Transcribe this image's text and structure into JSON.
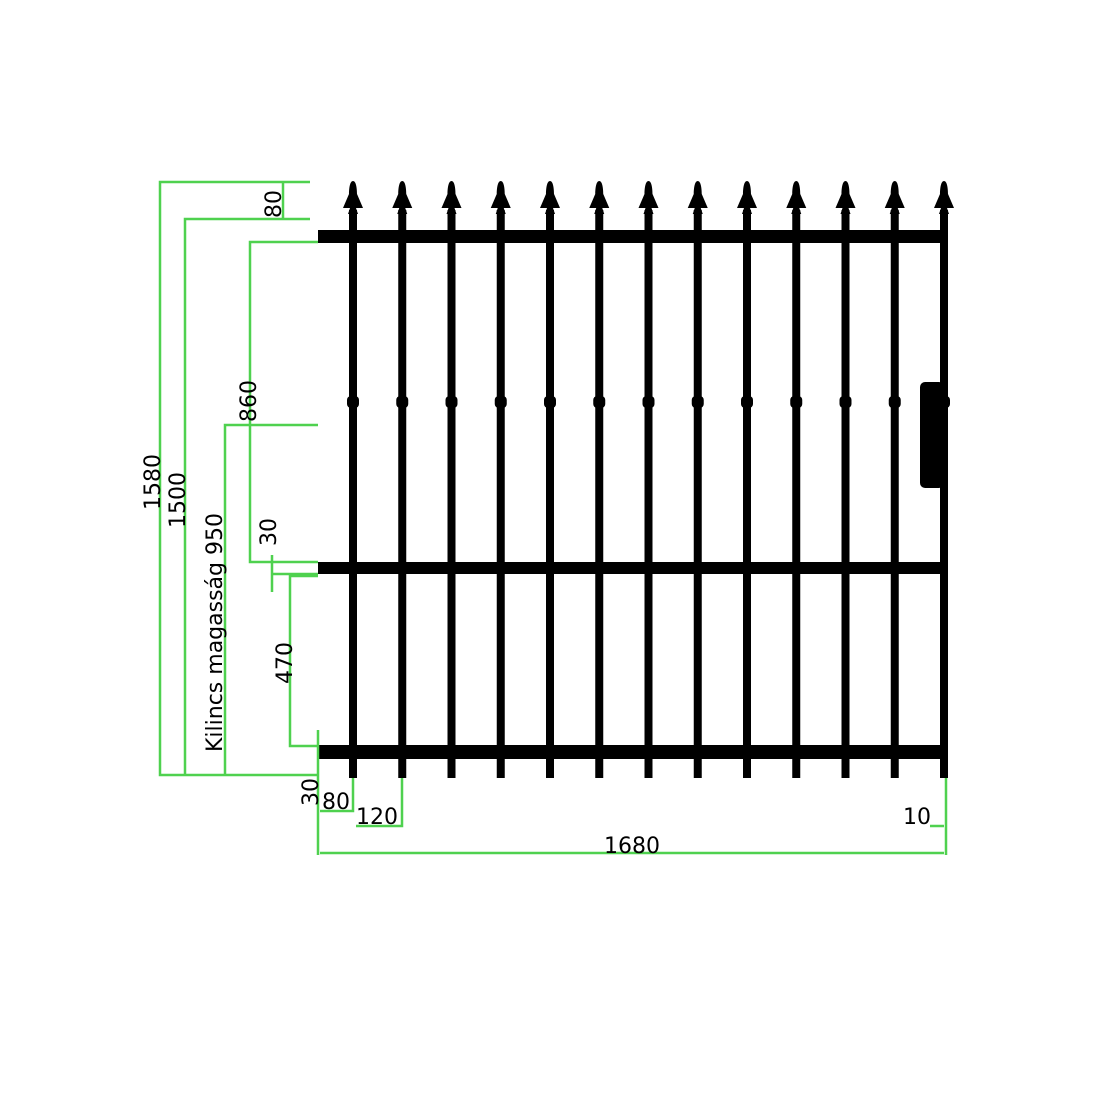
{
  "colors": {
    "dimension": "#4fd14f",
    "gate": "#000000"
  },
  "dimensions": {
    "total_height": "1580",
    "frame_height": "1500",
    "handle_height": "Kilincs magasság 950",
    "spear_height": "80",
    "upper_section": "860",
    "middle_rail": "30",
    "lower_section": "470",
    "ground_gap": "30",
    "edge_offset": "80",
    "picket_spacing": "120",
    "right_offset": "10",
    "total_width": "1680"
  },
  "gate": {
    "picket_count": 13
  }
}
